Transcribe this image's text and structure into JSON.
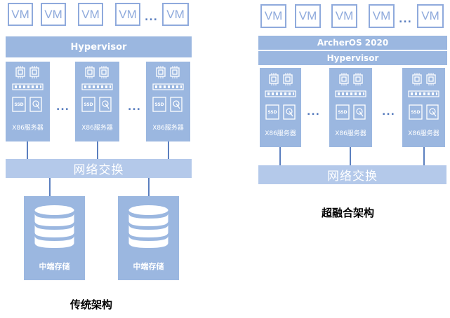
{
  "left": {
    "vm_label": "VM",
    "vm_ellipsis": "...",
    "hypervisor": "Hypervisor",
    "server_label": "X86服务器",
    "server_ellipsis": "...",
    "network": "网络交换",
    "storage_label": "中端存储",
    "caption": "传统架构"
  },
  "right": {
    "vm_label": "VM",
    "vm_ellipsis": "...",
    "os": "ArcherOS 2020",
    "hypervisor": "Hypervisor",
    "server_label": "X86服务器",
    "server_ellipsis": "...",
    "network": "网络交换",
    "caption": "超融合架构"
  },
  "ssd_text": "SSD",
  "colors": {
    "bar": "#9bb7e0",
    "network": "#b4c9ea",
    "vm_border": "#8faadc",
    "line": "#5b7fbf"
  },
  "icons": [
    "cpu-icon",
    "memory-icon",
    "ssd-icon",
    "hdd-icon",
    "database-icon"
  ]
}
